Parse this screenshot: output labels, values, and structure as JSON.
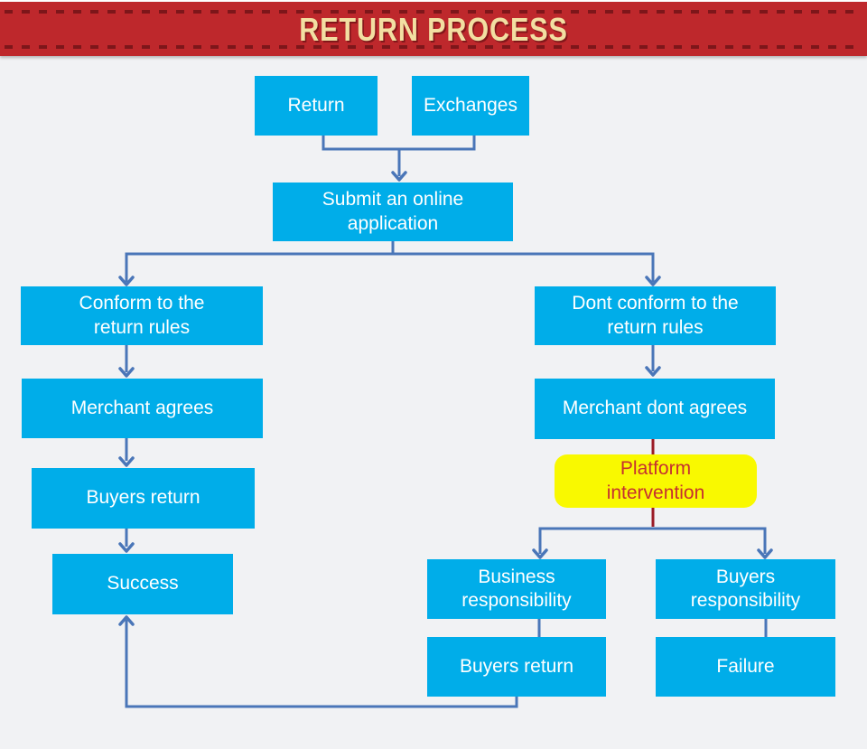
{
  "banner": {
    "title": "RETURN PROCESS"
  },
  "colors": {
    "page-bg": "#F1F2F4",
    "banner-red": "#BE282C",
    "banner-dash": "#7D161A",
    "banner-title": "#F2DFA2",
    "node-cyan": "#00ADE9",
    "node-text": "#FFFFFF",
    "connector-blue": "#4A76B8",
    "connector-maroon": "#9B1B26",
    "highlight-yellow": "#F9F900",
    "highlight-text": "#C53030"
  },
  "nodes": {
    "return": {
      "label": "Return"
    },
    "exchanges": {
      "label": "Exchanges"
    },
    "submit": {
      "label": "Submit an online\napplication"
    },
    "conform": {
      "label": "Conform to the\nreturn rules"
    },
    "dont_conform": {
      "label": "Dont conform to the\nreturn rules"
    },
    "merchant_agrees": {
      "label": "Merchant agrees"
    },
    "merchant_dont_agrees": {
      "label": "Merchant dont agrees"
    },
    "buyers_return_left": {
      "label": "Buyers return"
    },
    "success": {
      "label": "Success"
    },
    "platform_intervention": {
      "label": "Platform\nintervention"
    },
    "business_responsibility": {
      "label": "Business\nresponsibility"
    },
    "buyers_responsibility": {
      "label": "Buyers\nresponsibility"
    },
    "buyers_return_right": {
      "label": "Buyers return"
    },
    "failure": {
      "label": "Failure"
    }
  },
  "flow_edges": [
    {
      "from": "return",
      "to": "submit"
    },
    {
      "from": "exchanges",
      "to": "submit"
    },
    {
      "from": "submit",
      "to": "conform"
    },
    {
      "from": "submit",
      "to": "dont_conform"
    },
    {
      "from": "conform",
      "to": "merchant_agrees"
    },
    {
      "from": "merchant_agrees",
      "to": "buyers_return_left"
    },
    {
      "from": "buyers_return_left",
      "to": "success"
    },
    {
      "from": "dont_conform",
      "to": "merchant_dont_agrees"
    },
    {
      "from": "merchant_dont_agrees",
      "to": "platform_intervention"
    },
    {
      "from": "platform_intervention",
      "to": "business_responsibility"
    },
    {
      "from": "platform_intervention",
      "to": "buyers_responsibility"
    },
    {
      "from": "business_responsibility",
      "to": "buyers_return_right"
    },
    {
      "from": "buyers_responsibility",
      "to": "failure"
    },
    {
      "from": "buyers_return_right",
      "to": "success"
    }
  ]
}
